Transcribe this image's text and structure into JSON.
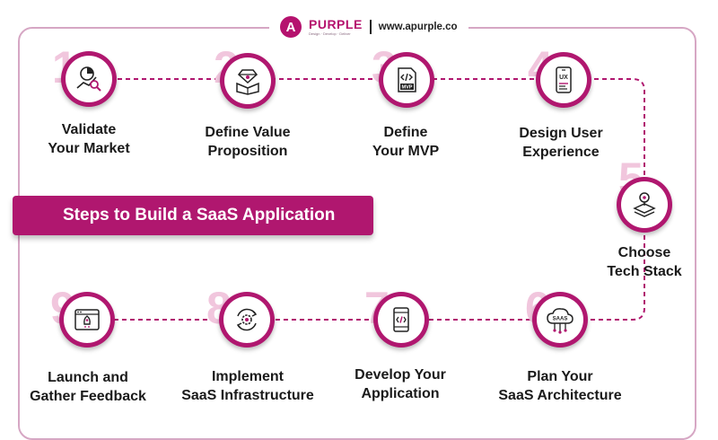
{
  "brand": {
    "logo_letter": "A",
    "name": "PURPLE",
    "tagline": "Design · Develop · Deliver",
    "url": "www.apurple.co"
  },
  "banner": {
    "title": "Steps to Build a SaaS Application"
  },
  "steps": [
    {
      "number": "1",
      "label_line1": "Validate",
      "label_line2": "Your Market",
      "icon": "market-analysis-icon"
    },
    {
      "number": "2",
      "label_line1": "Define Value",
      "label_line2": "Proposition",
      "icon": "diamond-box-icon"
    },
    {
      "number": "3",
      "label_line1": "Define",
      "label_line2": "Your MVP",
      "icon": "mvp-file-icon",
      "icon_text": "MVP"
    },
    {
      "number": "4",
      "label_line1": "Design User",
      "label_line2": "Experience",
      "icon": "ux-mobile-icon",
      "icon_text": "UX"
    },
    {
      "number": "5",
      "label_line1": "Choose",
      "label_line2": "Tech Stack",
      "icon": "layers-stack-icon"
    },
    {
      "number": "6",
      "label_line1": "Plan Your",
      "label_line2": "SaaS Architecture",
      "icon": "saas-cloud-icon",
      "icon_text": "SAAS"
    },
    {
      "number": "7",
      "label_line1": "Develop Your",
      "label_line2": "Application",
      "icon": "code-device-icon"
    },
    {
      "number": "8",
      "label_line1": "Implement",
      "label_line2": "SaaS Infrastructure",
      "icon": "gear-cycle-icon"
    },
    {
      "number": "9",
      "label_line1": "Launch and",
      "label_line2": "Gather Feedback",
      "icon": "rocket-browser-icon"
    }
  ],
  "colors": {
    "accent": "#b0176f",
    "number_tint": "#f1c6dd",
    "frame": "#d6a7c4"
  }
}
